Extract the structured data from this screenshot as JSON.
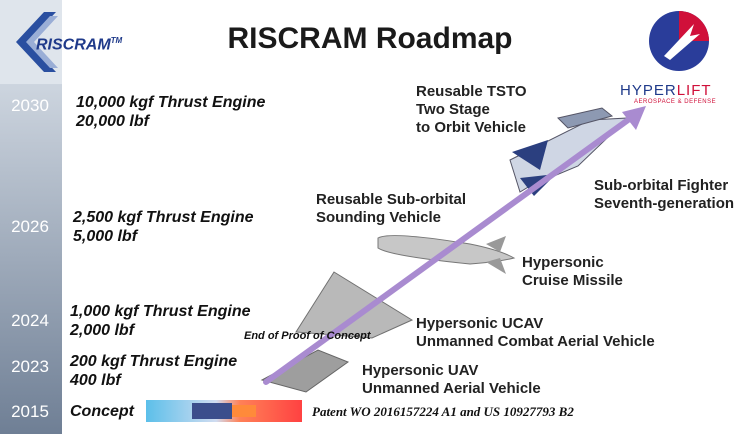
{
  "title": "RISCRAM Roadmap",
  "logos": {
    "left_text": "RISCRAM",
    "left_tm": "TM",
    "right_main": "HYPER",
    "right_accent": "LIFT",
    "right_tagline": "AEROSPACE & DEFENSE"
  },
  "timeline": [
    {
      "year": "2030",
      "spec": [
        "10,000 kgf Thrust Engine",
        "20,000 lbf"
      ]
    },
    {
      "year": "2026",
      "spec": [
        "2,500 kgf Thrust Engine",
        "5,000 lbf"
      ]
    },
    {
      "year": "2024",
      "spec": [
        "1,000 kgf Thrust Engine",
        "2,000 lbf"
      ]
    },
    {
      "year": "2023",
      "spec": [
        "200 kgf Thrust Engine",
        "400 lbf"
      ]
    },
    {
      "year": "2015",
      "spec": [
        "Concept"
      ]
    }
  ],
  "vehicles": [
    {
      "label": [
        "Reusable TSTO",
        "Two Stage",
        "to Orbit Vehicle"
      ]
    },
    {
      "label": [
        "Sub-orbital Fighter",
        "Seventh-generation"
      ]
    },
    {
      "label": [
        "Reusable Sub-orbital",
        "Sounding Vehicle"
      ]
    },
    {
      "label": [
        "Hypersonic",
        "Cruise Missile"
      ]
    },
    {
      "label": [
        "Hypersonic UCAV",
        "Unmanned Combat Aerial Vehicle"
      ]
    },
    {
      "label": [
        "Hypersonic UAV",
        "Unmanned Aerial Vehicle"
      ]
    }
  ],
  "milestone": "End of Proof of Concept",
  "patent": "Patent WO 2016157224 A1 and US 10927793 B2",
  "colors": {
    "arrow": "#a98bd0",
    "sidebar_top": "#c9d1dc",
    "sidebar_bottom": "#6f7f95",
    "brand_blue": "#1f3a8a",
    "brand_red": "#d0103a"
  }
}
